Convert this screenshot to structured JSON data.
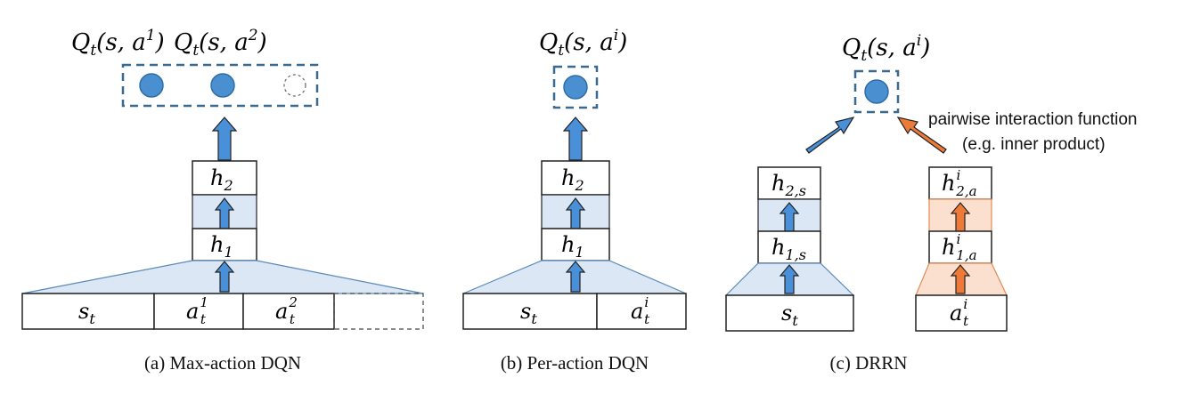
{
  "colors": {
    "node_fill": "#4a8fd0",
    "node_stroke": "#2e6ea8",
    "dashed_box": "#3a6a90",
    "blue_arrow": "#4a90d9",
    "blue_band": "#dbe7f4",
    "orange_arrow": "#ee7a3a",
    "orange_band": "#fbe0cf",
    "orange_stroke": "#e58a55"
  },
  "panel_a": {
    "caption": "(a)  Max-action DQN",
    "q1": "Q_t(s, a^1)",
    "q2": "Q_t(s, a^2)",
    "h2": "h_2",
    "h1": "h_1",
    "input_st": "s_t",
    "input_a1": "a_t^1",
    "input_a2": "a_t^2"
  },
  "panel_b": {
    "caption": "(b)  Per-action DQN",
    "q": "Q_t(s, a^i)",
    "h2": "h_2",
    "h1": "h_1",
    "input_st": "s_t",
    "input_ai": "a_t^i"
  },
  "panel_c": {
    "caption": "(c)  DRRN",
    "q": "Q_t(s, a^i)",
    "annotation_line1": "pairwise interaction function",
    "annotation_line2": "(e.g. inner product)",
    "h2s": "h_{2,s}",
    "h1s": "h_{1,s}",
    "input_st": "s_t",
    "h2a": "h_{2,a}^i",
    "h1a": "h_{1,a}^i",
    "input_ai": "a_t^i"
  }
}
